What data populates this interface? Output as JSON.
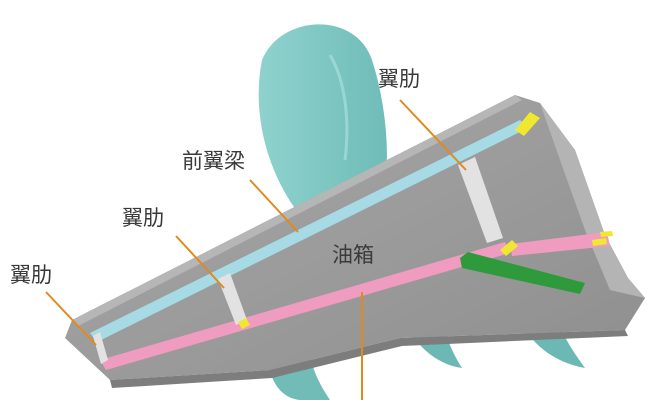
{
  "labels": {
    "rib_top": "翼肋",
    "front_spar": "前翼梁",
    "rib_middle": "翼肋",
    "rib_left": "翼肋",
    "fuel_tank": "油箱"
  },
  "colors": {
    "background": "#ffffff",
    "fuselage": "#7fc8c4",
    "wing_surface": "#9c9c9c",
    "front_spar": "#a6dbe6",
    "rear_spar": "#f09cc0",
    "rib": "#e2e2e2",
    "fitting": "#f0e830",
    "flap": "#2e9a3c",
    "leader_line": "#e08a1e",
    "text": "#3a3a3a"
  }
}
